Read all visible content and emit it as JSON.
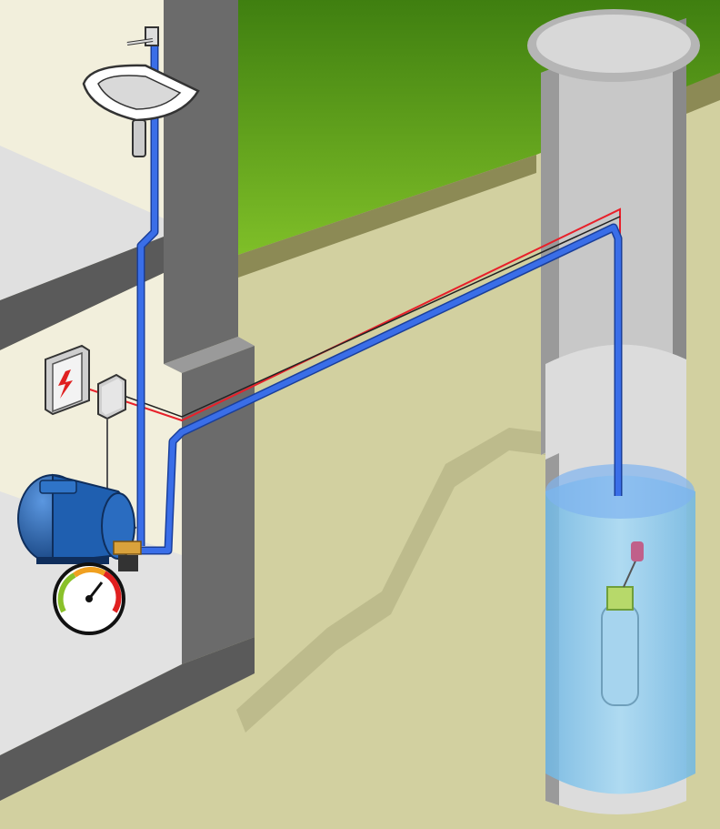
{
  "scene": {
    "description_labels": [],
    "components": [
      {
        "id": "sink",
        "icon": "sink-icon"
      },
      {
        "id": "faucet",
        "icon": "faucet-icon"
      },
      {
        "id": "electrical-panel",
        "icon": "lightning-bolt-icon"
      },
      {
        "id": "pressure-switch-box",
        "icon": "junction-box-icon"
      },
      {
        "id": "pressure-tank",
        "icon": "pressure-tank-icon"
      },
      {
        "id": "pressure-gauge",
        "icon": "gauge-icon"
      },
      {
        "id": "well-shaft",
        "icon": "well-icon"
      },
      {
        "id": "submersible-pump",
        "icon": "pump-icon"
      },
      {
        "id": "float-switch",
        "icon": "float-switch-icon"
      }
    ]
  },
  "colors": {
    "grass": "#6aa51a",
    "soil": "#d2d0a0",
    "soil_dark": "#a8a777",
    "wall": "#6b6b6b",
    "wall_light": "#9a9a9a",
    "floor": "#dcdcdc",
    "room_wall": "#f2efdc",
    "water_pipe": "#3a6ee8",
    "power_line": "#e8202a",
    "water": "#8fc9ec",
    "tank": "#1f5fb0",
    "well_concrete": "#cfcfcf"
  }
}
